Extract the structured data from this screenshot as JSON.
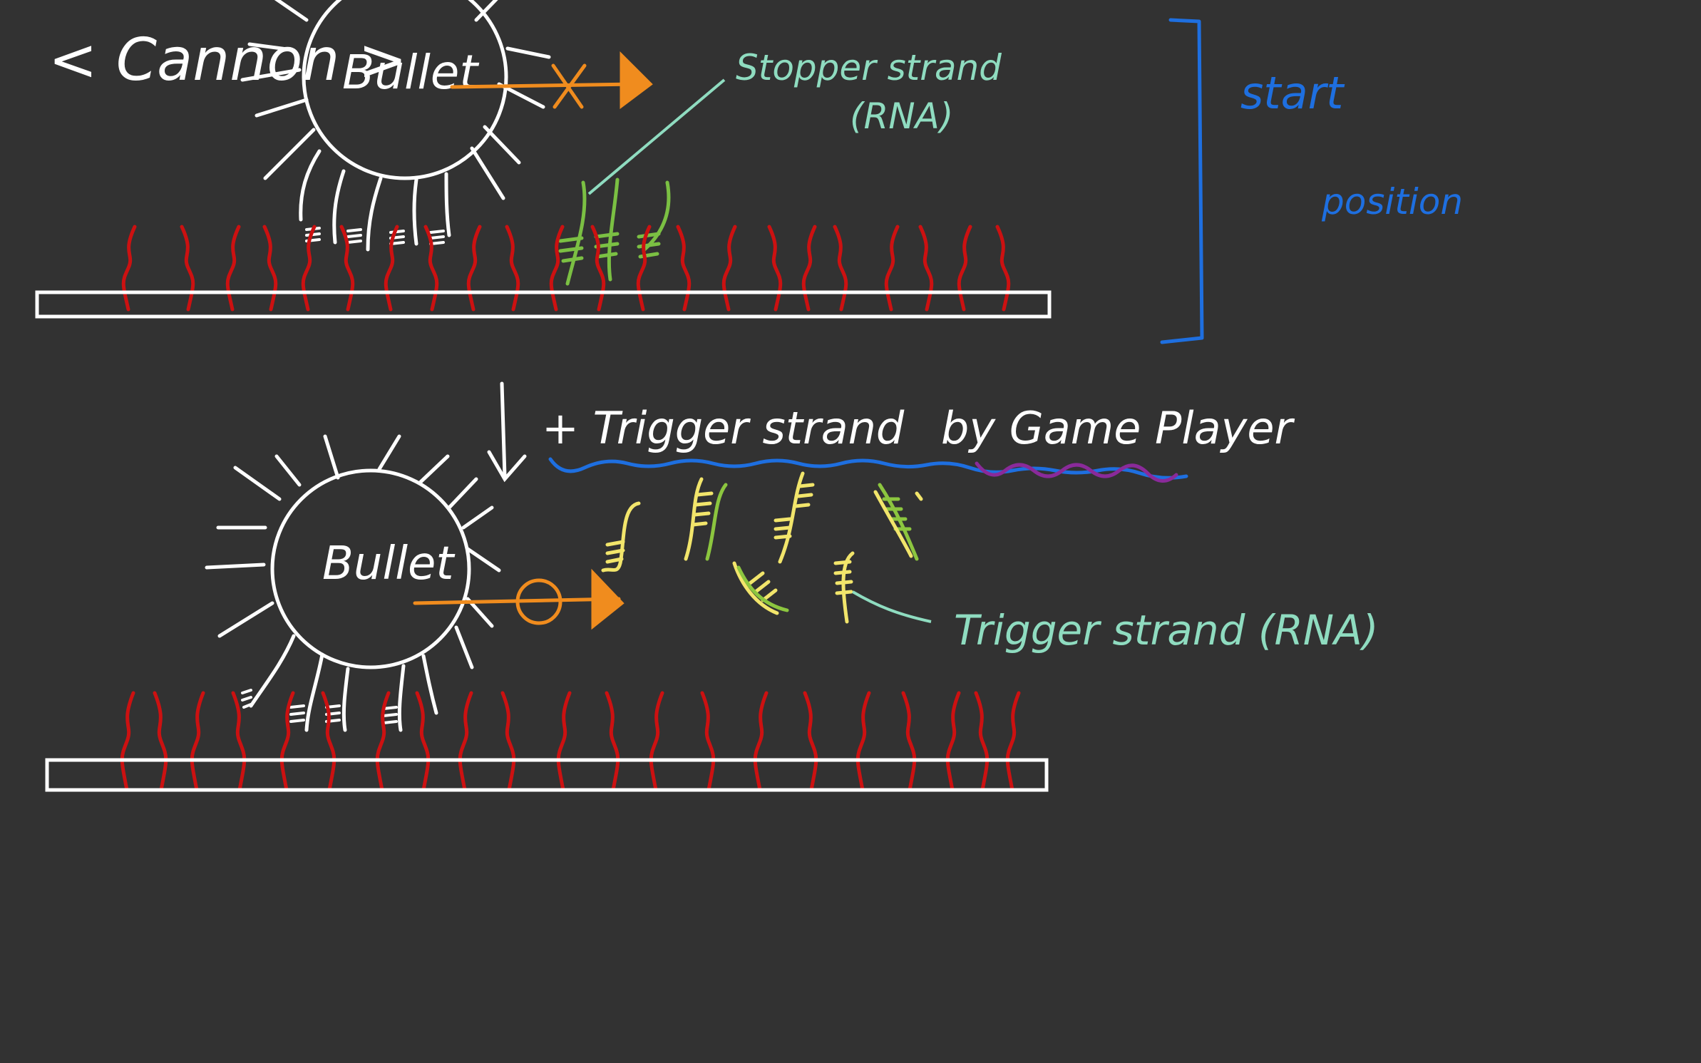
{
  "colors": {
    "background": "#323232",
    "ink": "#ffffff",
    "surface_strand": "#cc1111",
    "stopper_strand": "#7bc043",
    "trigger_yellow": "#f2e56b",
    "trigger_green": "#8cc63f",
    "arrow_orange": "#f08c1e",
    "label_teal": "#8fdcc0",
    "bracket_blue": "#1e6fe0",
    "player_purple": "#8a2a9a"
  },
  "top_panel": {
    "cannon_label": "< Cannon >",
    "bullet_label": "Bullet",
    "stopper_label_line1": "Stopper strand",
    "stopper_label_line2": "(RNA)"
  },
  "bracket": {
    "label_line1": "start",
    "label_line2": "position"
  },
  "bottom_panel": {
    "step_label": "+ Trigger strand",
    "by_label": "by Game Player",
    "bullet_label": "Bullet",
    "trigger_label": "Trigger strand (RNA)"
  }
}
